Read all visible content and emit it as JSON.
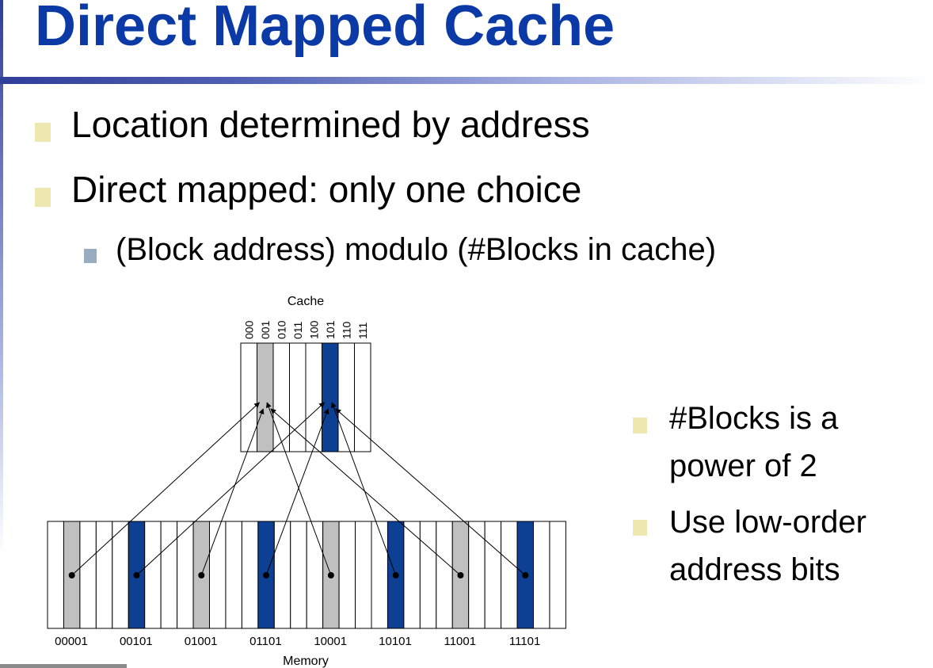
{
  "title": "Direct Mapped Cache",
  "bullets": [
    "Location determined by address",
    "Direct mapped: only one choice"
  ],
  "sub_bullet": "(Block address) modulo (#Blocks in cache)",
  "side_bullets": [
    {
      "line1": "#Blocks is a",
      "line2": "power of 2"
    },
    {
      "line1": "Use low-order",
      "line2": "address bits"
    }
  ],
  "diagram": {
    "cache_label": "Cache",
    "memory_label": "Memory",
    "cache_indices": [
      "000",
      "001",
      "010",
      "011",
      "100",
      "101",
      "110",
      "111"
    ],
    "memory_addresses": [
      "00001",
      "00101",
      "01001",
      "01101",
      "10001",
      "10101",
      "11001",
      "11101"
    ],
    "colors": {
      "grey_block": "#c0c0c0",
      "blue_block": "#0d3f93",
      "title_blue": "#0b3aa6"
    }
  }
}
